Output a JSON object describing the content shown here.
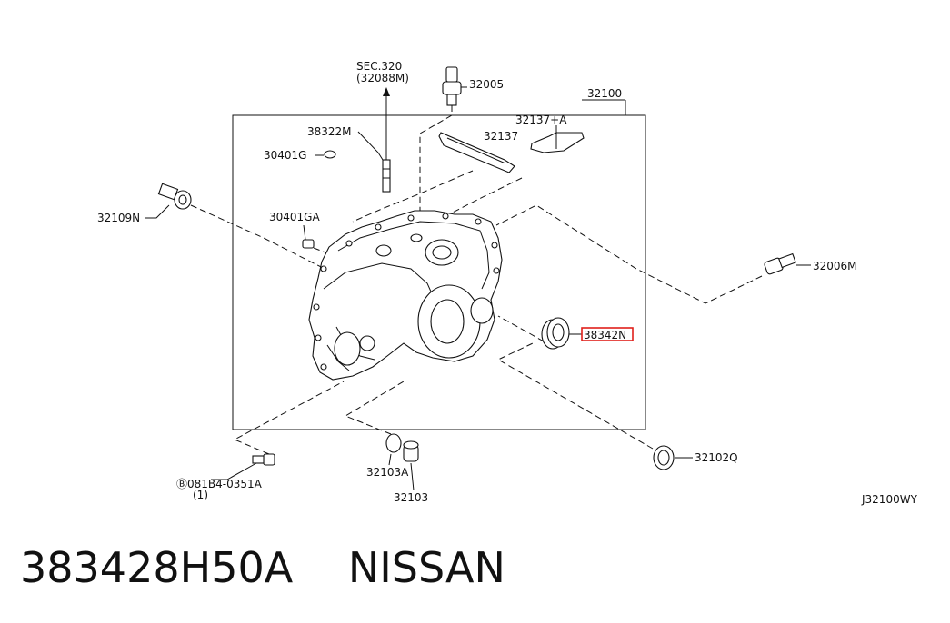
{
  "diagram": {
    "frame_label": "32100",
    "sec_ref_line1": "SEC.320",
    "sec_ref_line2": "(32088M)",
    "drawing_code": "J32100WY",
    "highlight_color": "#e0201b",
    "parts": {
      "p32005": "32005",
      "p38322M": "38322M",
      "p30401G": "30401G",
      "p32137A": "32137+A",
      "p32137": "32137",
      "p32109N": "32109N",
      "p30401GA": "30401GA",
      "p32006M": "32006M",
      "p38342N": "38342N",
      "p08184": "Ⓑ081B4-0351A",
      "p08184_qty": "(1)",
      "p32103A": "32103A",
      "p32103": "32103",
      "p32102Q": "32102Q"
    }
  },
  "caption": {
    "part_number": "383428H50A",
    "brand": "NISSAN"
  }
}
